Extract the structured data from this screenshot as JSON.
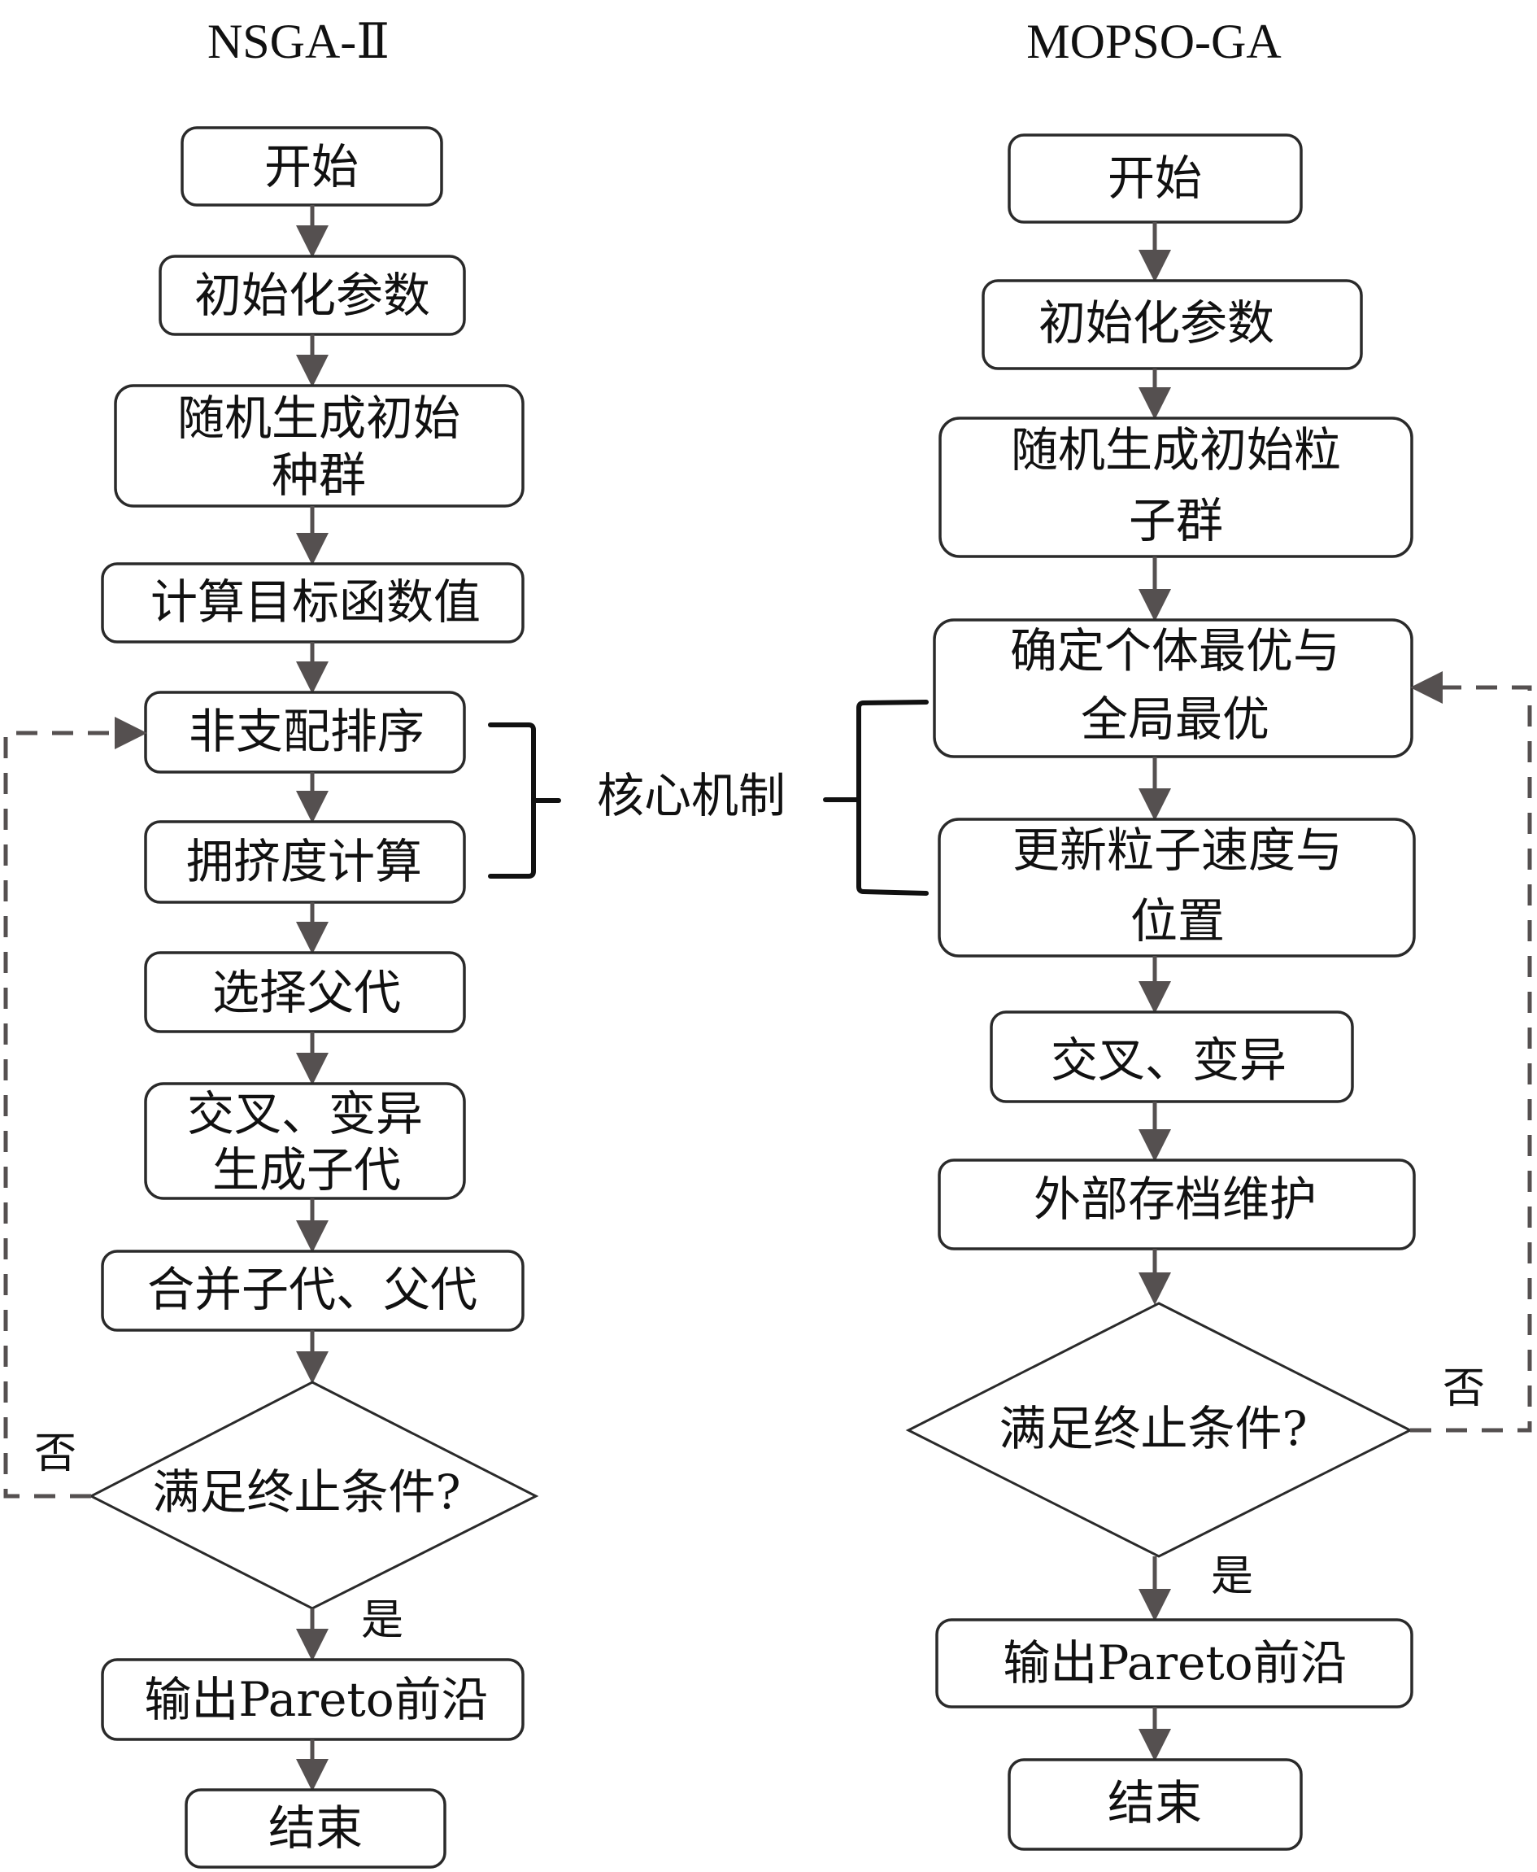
{
  "left": {
    "title": "NSGA-Ⅱ",
    "nodes": {
      "start": "开始",
      "init": "初始化参数",
      "random_1": "随机生成初始",
      "random_2": "种群",
      "evaluate": "计算目标函数值",
      "nondominated": "非支配排序",
      "crowding": "拥挤度计算",
      "select": "选择父代",
      "crossover_1": "交叉、变异",
      "crossover_2": "生成子代",
      "merge": "合并子代、父代",
      "decision": "满足终止条件?",
      "output": "输出Pareto前沿",
      "end": "结束"
    },
    "no_label": "否",
    "yes_label": "是"
  },
  "core_mechanism_label": "核心机制",
  "right": {
    "title": "MOPSO-GA",
    "nodes": {
      "start": "开始",
      "init": "初始化参数",
      "random_1": "随机生成初始粒",
      "random_2": "子群",
      "best_1": "确定个体最优与",
      "best_2": "全局最优",
      "update_1": "更新粒子速度与",
      "update_2": "位置",
      "crossover": "交叉、变异",
      "archive": "外部存档维护",
      "decision": "满足终止条件?",
      "output": "输出Pareto前沿",
      "end": "结束"
    },
    "no_label": "否",
    "yes_label": "是"
  }
}
